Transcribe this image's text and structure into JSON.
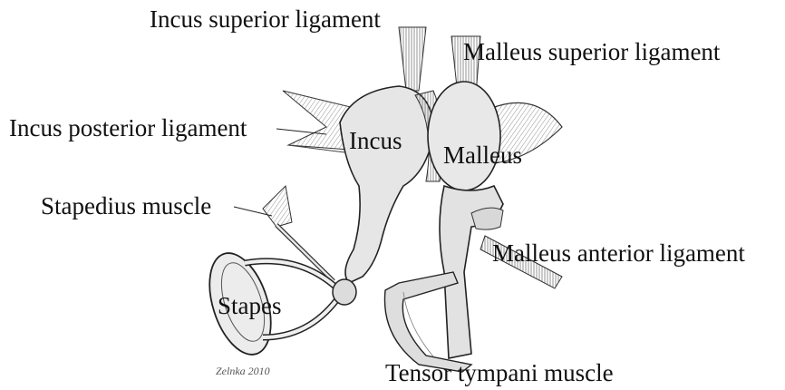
{
  "diagram": {
    "labels": {
      "incus_superior_ligament": "Incus superior ligament",
      "malleus_superior_ligament": "Malleus superior ligament",
      "incus_posterior_ligament": "Incus posterior ligament",
      "incus": "Incus",
      "malleus": "Malleus",
      "stapedius_muscle": "Stapedius muscle",
      "malleus_anterior_ligament": "Malleus anterior ligament",
      "stapes": "Stapes",
      "tensor_tympani_muscle": "Tensor tympani muscle"
    },
    "signature": "Zelnka 2010"
  }
}
